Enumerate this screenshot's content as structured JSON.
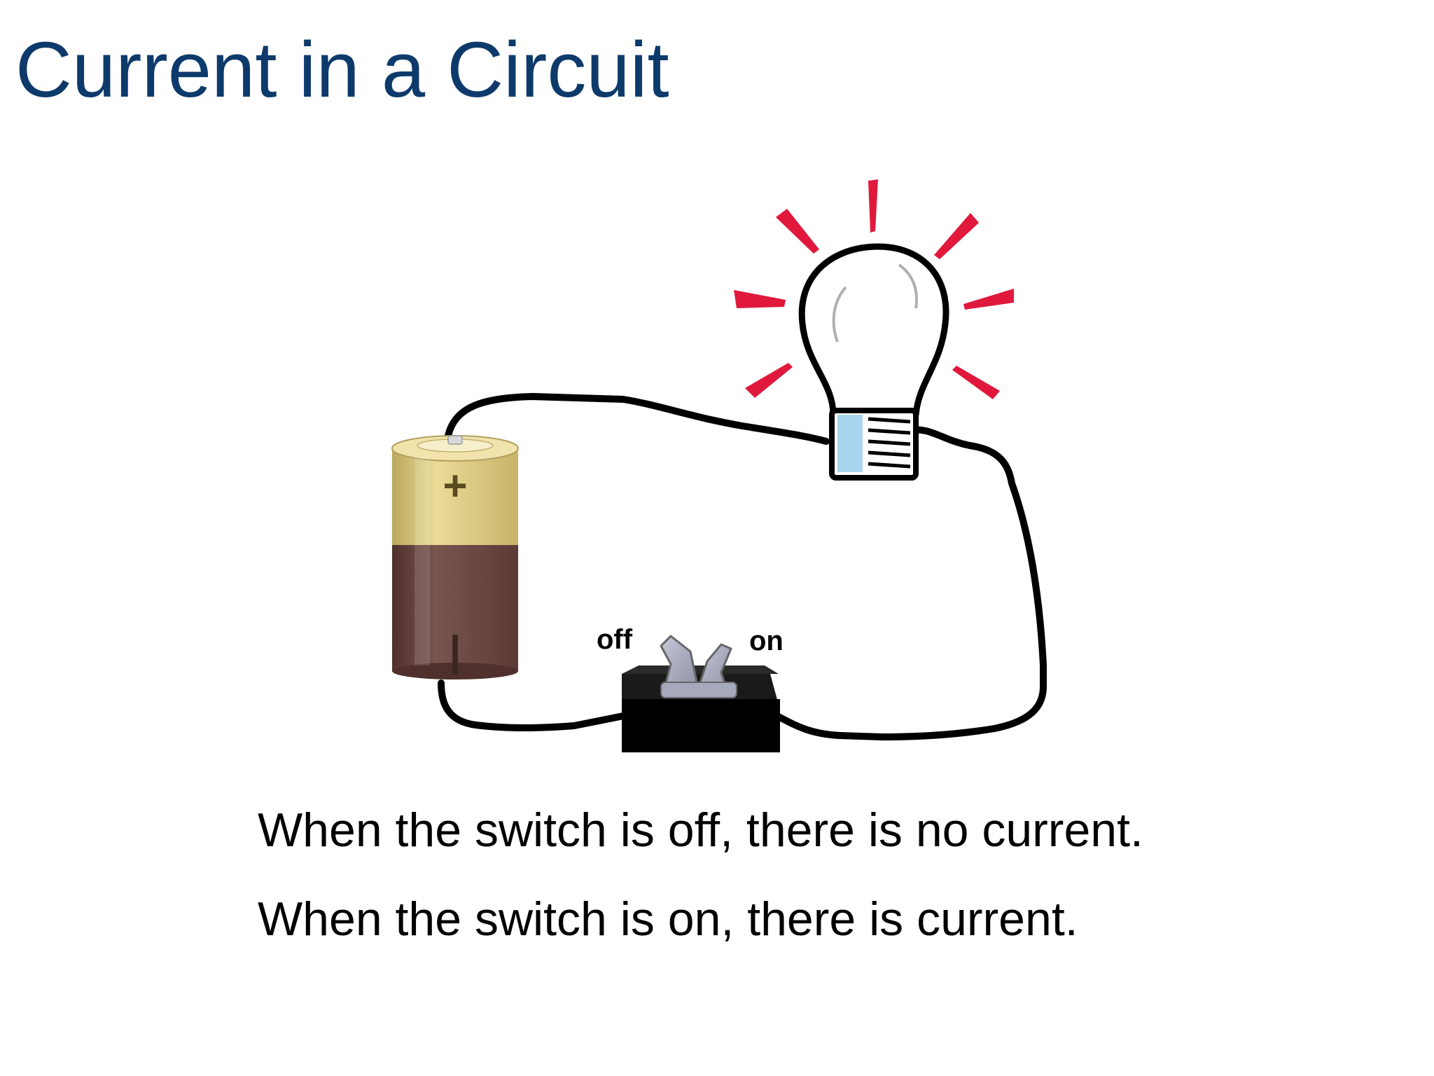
{
  "title": "Current in a Circuit",
  "diagram": {
    "battery": {
      "positive_symbol": "+",
      "negative_symbol": "|"
    },
    "switch": {
      "off_label": "off",
      "on_label": "on"
    },
    "icons": [
      "battery-icon",
      "light-bulb-icon",
      "toggle-switch-icon",
      "wire"
    ],
    "colors": {
      "title": "#0d3a6b",
      "light_rays": "#e0183c",
      "battery_top": "#d9c77a",
      "battery_bottom": "#6b4640",
      "bulb_base_highlight": "#a8d4ee"
    }
  },
  "captions": [
    "When the switch is off, there is no current.",
    "When the switch is on, there is current."
  ]
}
